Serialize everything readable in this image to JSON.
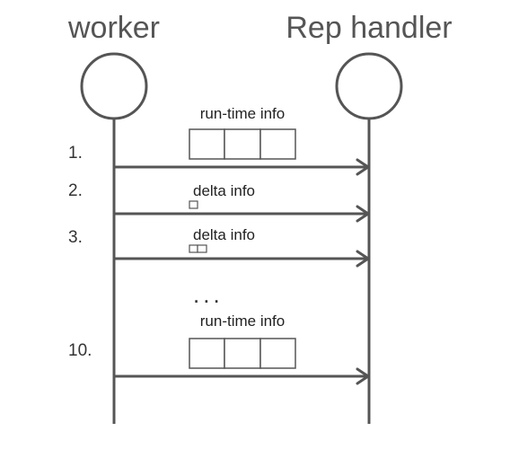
{
  "actors": {
    "left": "worker",
    "right": "Rep handler"
  },
  "messages": [
    {
      "step": "1.",
      "label": "run-time info",
      "payload": "full",
      "cells": 3
    },
    {
      "step": "2.",
      "label": "delta info",
      "payload": "small",
      "cells": 1
    },
    {
      "step": "3.",
      "label": "delta info",
      "payload": "small",
      "cells": 2
    },
    {
      "step": "10.",
      "label": "run-time info",
      "payload": "full",
      "cells": 3
    }
  ],
  "ellipsis": "..."
}
